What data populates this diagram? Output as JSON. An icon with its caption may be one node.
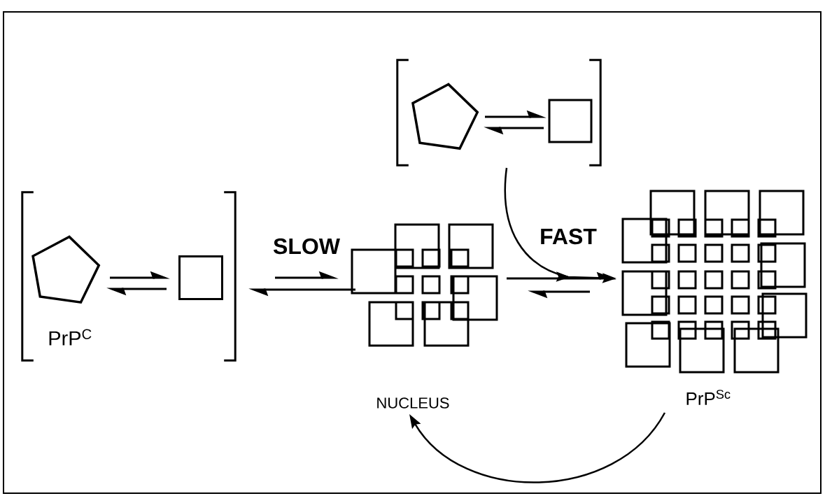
{
  "diagram": {
    "nodes": [
      {
        "text": [],
        "shape": "bracket"
      },
      {
        "text": [],
        "shape": "pentagon",
        "in": 0,
        "beside": [
          "PrP$^{C}$"
        ]
      },
      {
        "text": [],
        "shape": "box",
        "in": 0
      },
      {
        "text": [],
        "shape": "bracket"
      },
      {
        "text": [],
        "shape": "pentagon",
        "in": 3
      },
      {
        "text": [],
        "shape": "box",
        "in": 3
      },
      {
        "text": [
          "NUCLEUS"
        ]
      },
      {
        "text": [
          "PrP$^{Sc}$"
        ]
      }
    ],
    "edges": [
      {
        "from": 1,
        "to": 2,
        "arrow": "to"
      },
      {
        "from": 2,
        "to": 1,
        "arrow": "to"
      },
      {
        "from": 4,
        "to": 5,
        "arrow": "to"
      },
      {
        "from": 5,
        "to": 4,
        "arrow": "to"
      },
      {
        "from": 0,
        "to": 6,
        "arrow": "to",
        "label": "SLOW"
      },
      {
        "from": 6,
        "to": 0,
        "arrow": "to"
      },
      {
        "from": 6,
        "to": 7,
        "arrow": "to",
        "label": "FAST"
      },
      {
        "from": 7,
        "to": 6,
        "arrow": "to"
      },
      {
        "from": 3,
        "to": 7,
        "arrow": "to"
      },
      {
        "from": 7,
        "to": 6,
        "arrow": "to"
      }
    ]
  }
}
